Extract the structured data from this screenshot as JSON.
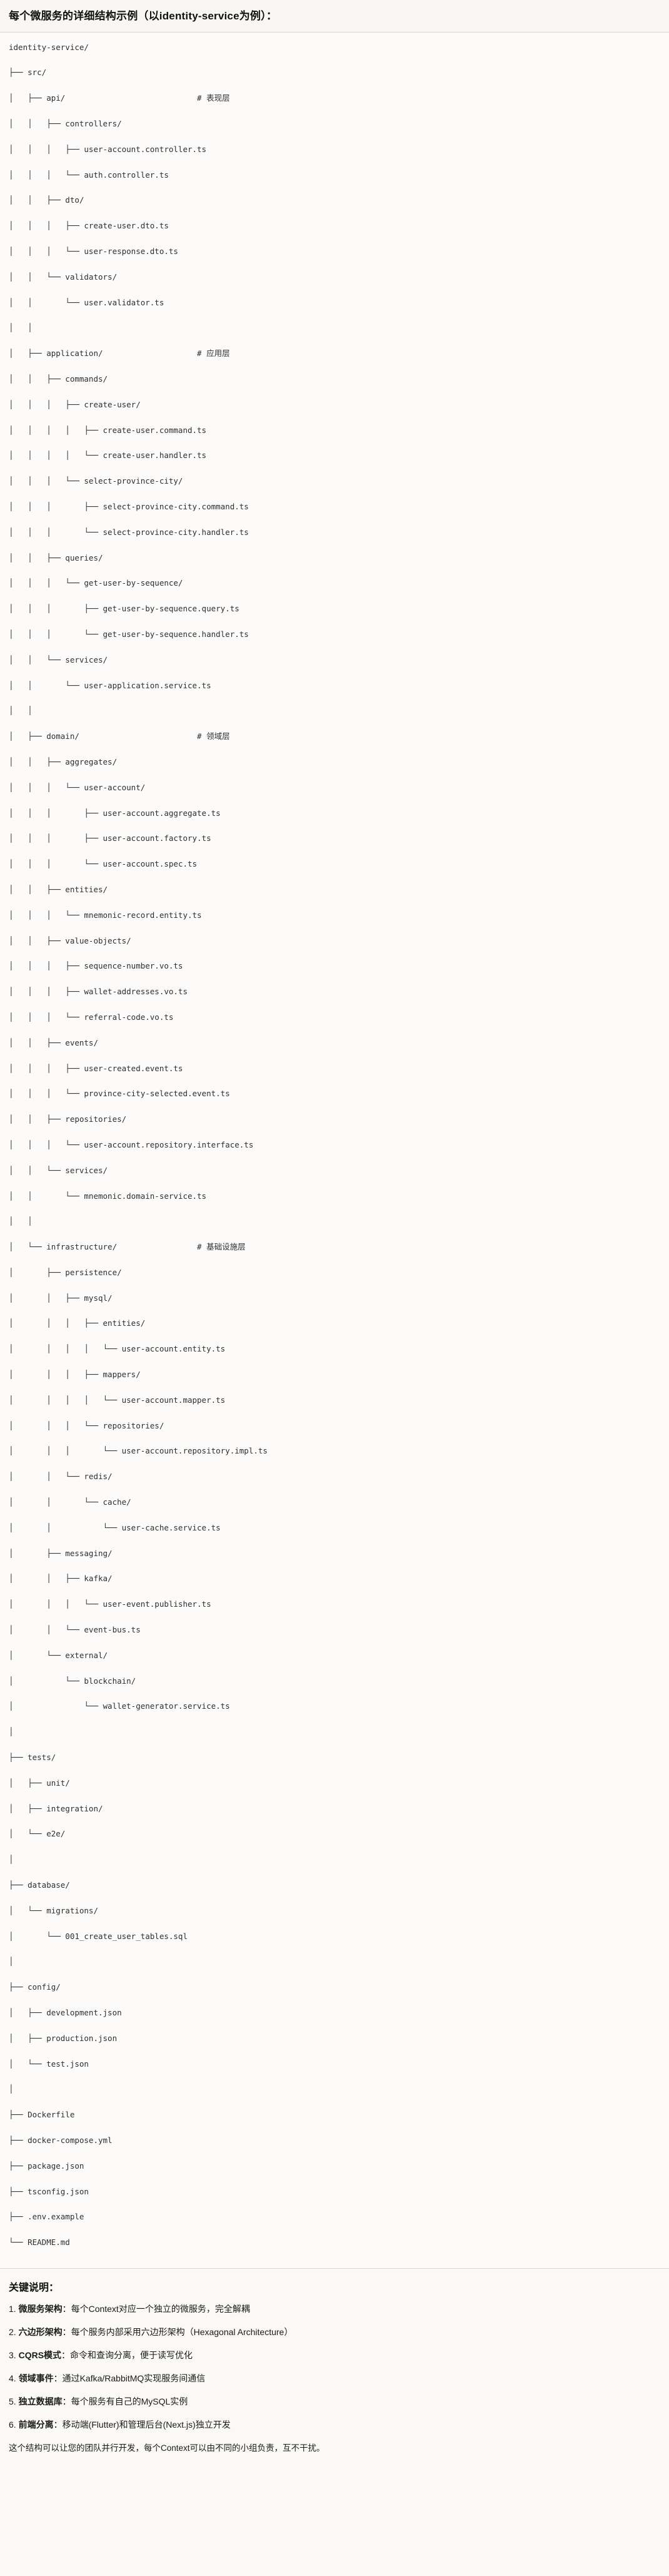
{
  "header": {
    "title": "每个微服务的详细结构示例（以identity-service为例）："
  },
  "tree": {
    "root_label": "identity-service/",
    "rows": [
      {
        "path": "identity-service/",
        "comment": ""
      },
      {
        "path": "├── src/",
        "comment": ""
      },
      {
        "path": "│   ├── api/",
        "comment": "# 表现层"
      },
      {
        "path": "│   │   ├── controllers/",
        "comment": ""
      },
      {
        "path": "│   │   │   ├── user-account.controller.ts",
        "comment": ""
      },
      {
        "path": "│   │   │   └── auth.controller.ts",
        "comment": ""
      },
      {
        "path": "│   │   ├── dto/",
        "comment": ""
      },
      {
        "path": "│   │   │   ├── create-user.dto.ts",
        "comment": ""
      },
      {
        "path": "│   │   │   └── user-response.dto.ts",
        "comment": ""
      },
      {
        "path": "│   │   └── validators/",
        "comment": ""
      },
      {
        "path": "│   │       └── user.validator.ts",
        "comment": ""
      },
      {
        "path": "│   │",
        "comment": ""
      },
      {
        "path": "│   ├── application/",
        "comment": "# 应用层"
      },
      {
        "path": "│   │   ├── commands/",
        "comment": ""
      },
      {
        "path": "│   │   │   ├── create-user/",
        "comment": ""
      },
      {
        "path": "│   │   │   │   ├── create-user.command.ts",
        "comment": ""
      },
      {
        "path": "│   │   │   │   └── create-user.handler.ts",
        "comment": ""
      },
      {
        "path": "│   │   │   └── select-province-city/",
        "comment": ""
      },
      {
        "path": "│   │   │       ├── select-province-city.command.ts",
        "comment": ""
      },
      {
        "path": "│   │   │       └── select-province-city.handler.ts",
        "comment": ""
      },
      {
        "path": "│   │   ├── queries/",
        "comment": ""
      },
      {
        "path": "│   │   │   └── get-user-by-sequence/",
        "comment": ""
      },
      {
        "path": "│   │   │       ├── get-user-by-sequence.query.ts",
        "comment": ""
      },
      {
        "path": "│   │   │       └── get-user-by-sequence.handler.ts",
        "comment": ""
      },
      {
        "path": "│   │   └── services/",
        "comment": ""
      },
      {
        "path": "│   │       └── user-application.service.ts",
        "comment": ""
      },
      {
        "path": "│   │",
        "comment": ""
      },
      {
        "path": "│   ├── domain/",
        "comment": "# 领域层"
      },
      {
        "path": "│   │   ├── aggregates/",
        "comment": ""
      },
      {
        "path": "│   │   │   └── user-account/",
        "comment": ""
      },
      {
        "path": "│   │   │       ├── user-account.aggregate.ts",
        "comment": ""
      },
      {
        "path": "│   │   │       ├── user-account.factory.ts",
        "comment": ""
      },
      {
        "path": "│   │   │       └── user-account.spec.ts",
        "comment": ""
      },
      {
        "path": "│   │   ├── entities/",
        "comment": ""
      },
      {
        "path": "│   │   │   └── mnemonic-record.entity.ts",
        "comment": ""
      },
      {
        "path": "│   │   ├── value-objects/",
        "comment": ""
      },
      {
        "path": "│   │   │   ├── sequence-number.vo.ts",
        "comment": ""
      },
      {
        "path": "│   │   │   ├── wallet-addresses.vo.ts",
        "comment": ""
      },
      {
        "path": "│   │   │   └── referral-code.vo.ts",
        "comment": ""
      },
      {
        "path": "│   │   ├── events/",
        "comment": ""
      },
      {
        "path": "│   │   │   ├── user-created.event.ts",
        "comment": ""
      },
      {
        "path": "│   │   │   └── province-city-selected.event.ts",
        "comment": ""
      },
      {
        "path": "│   │   ├── repositories/",
        "comment": ""
      },
      {
        "path": "│   │   │   └── user-account.repository.interface.ts",
        "comment": ""
      },
      {
        "path": "│   │   └── services/",
        "comment": ""
      },
      {
        "path": "│   │       └── mnemonic.domain-service.ts",
        "comment": ""
      },
      {
        "path": "│   │",
        "comment": ""
      },
      {
        "path": "│   └── infrastructure/",
        "comment": "# 基础设施层"
      },
      {
        "path": "│       ├── persistence/",
        "comment": ""
      },
      {
        "path": "│       │   ├── mysql/",
        "comment": ""
      },
      {
        "path": "│       │   │   ├── entities/",
        "comment": ""
      },
      {
        "path": "│       │   │   │   └── user-account.entity.ts",
        "comment": ""
      },
      {
        "path": "│       │   │   ├── mappers/",
        "comment": ""
      },
      {
        "path": "│       │   │   │   └── user-account.mapper.ts",
        "comment": ""
      },
      {
        "path": "│       │   │   └── repositories/",
        "comment": ""
      },
      {
        "path": "│       │   │       └── user-account.repository.impl.ts",
        "comment": ""
      },
      {
        "path": "│       │   └── redis/",
        "comment": ""
      },
      {
        "path": "│       │       └── cache/",
        "comment": ""
      },
      {
        "path": "│       │           └── user-cache.service.ts",
        "comment": ""
      },
      {
        "path": "│       ├── messaging/",
        "comment": ""
      },
      {
        "path": "│       │   ├── kafka/",
        "comment": ""
      },
      {
        "path": "│       │   │   └── user-event.publisher.ts",
        "comment": ""
      },
      {
        "path": "│       │   └── event-bus.ts",
        "comment": ""
      },
      {
        "path": "│       └── external/",
        "comment": ""
      },
      {
        "path": "│           └── blockchain/",
        "comment": ""
      },
      {
        "path": "│               └── wallet-generator.service.ts",
        "comment": ""
      },
      {
        "path": "│",
        "comment": ""
      },
      {
        "path": "├── tests/",
        "comment": ""
      },
      {
        "path": "│   ├── unit/",
        "comment": ""
      },
      {
        "path": "│   ├── integration/",
        "comment": ""
      },
      {
        "path": "│   └── e2e/",
        "comment": ""
      },
      {
        "path": "│",
        "comment": ""
      },
      {
        "path": "├── database/",
        "comment": ""
      },
      {
        "path": "│   └── migrations/",
        "comment": ""
      },
      {
        "path": "│       └── 001_create_user_tables.sql",
        "comment": ""
      },
      {
        "path": "│",
        "comment": ""
      },
      {
        "path": "├── config/",
        "comment": ""
      },
      {
        "path": "│   ├── development.json",
        "comment": ""
      },
      {
        "path": "│   ├── production.json",
        "comment": ""
      },
      {
        "path": "│   └── test.json",
        "comment": ""
      },
      {
        "path": "│",
        "comment": ""
      },
      {
        "path": "├── Dockerfile",
        "comment": ""
      },
      {
        "path": "├── docker-compose.yml",
        "comment": ""
      },
      {
        "path": "├── package.json",
        "comment": ""
      },
      {
        "path": "├── tsconfig.json",
        "comment": ""
      },
      {
        "path": "├── .env.example",
        "comment": ""
      },
      {
        "path": "└── README.md",
        "comment": ""
      }
    ]
  },
  "keys": {
    "title": "关键说明：",
    "items": [
      {
        "num": "1.",
        "term": "微服务架构",
        "desc": "：每个Context对应一个独立的微服务，完全解耦"
      },
      {
        "num": "2.",
        "term": "六边形架构",
        "desc": "：每个服务内部采用六边形架构（Hexagonal Architecture）"
      },
      {
        "num": "3.",
        "term": "CQRS模式",
        "desc": "：命令和查询分离，便于读写优化"
      },
      {
        "num": "4.",
        "term": "领域事件",
        "desc": "：通过Kafka/RabbitMQ实现服务间通信"
      },
      {
        "num": "5.",
        "term": "独立数据库",
        "desc": "：每个服务有自己的MySQL实例"
      },
      {
        "num": "6.",
        "term": "前端分离",
        "desc": "：移动端(Flutter)和管理后台(Next.js)独立开发"
      }
    ],
    "closing": "这个结构可以让您的团队并行开发，每个Context可以由不同的小组负责，互不干扰。"
  }
}
